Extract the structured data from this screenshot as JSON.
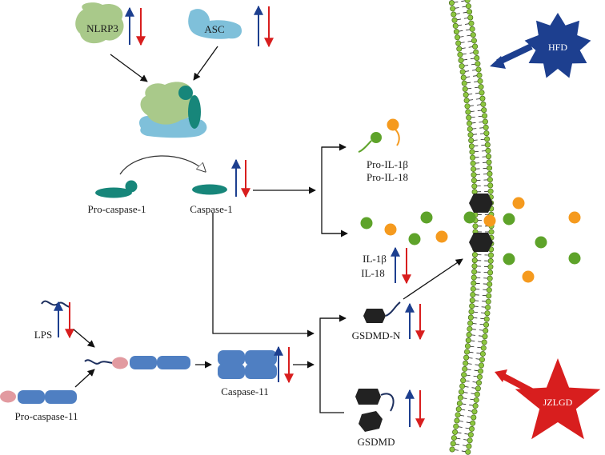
{
  "labels": {
    "nlrp3": "NLRP3",
    "asc": "ASC",
    "pro_caspase_1": "Pro-caspase-1",
    "caspase_1": "Caspase-1",
    "pro_il_1b": "Pro-IL-1β",
    "pro_il_18": "Pro-IL-18",
    "il_1b": "IL-1β",
    "il_18": "IL-18",
    "lps": "LPS",
    "pro_caspase_11": "Pro-caspase-11",
    "caspase_11": "Caspase-11",
    "gsdmd_n": "GSDMD-N",
    "gsdmd": "GSDMD",
    "hfd": "HFD",
    "jzlgd": "JZLGD"
  },
  "colors": {
    "nlrp3": "#a9c98a",
    "asc": "#7fc0da",
    "caspase1": "#17867a",
    "caspase11": "#4f7fc2",
    "pro_caspase11_cap": "#e29aa0",
    "gsdmd": "#222222",
    "il_1b": "#5ea32a",
    "il_18": "#f59a1e",
    "membrane_head": "#8cc63f",
    "hfd": "#1d3f8f",
    "jzlgd": "#d81e1e",
    "up_arrow": "#1d3f8f",
    "down_arrow": "#d81e1e"
  }
}
